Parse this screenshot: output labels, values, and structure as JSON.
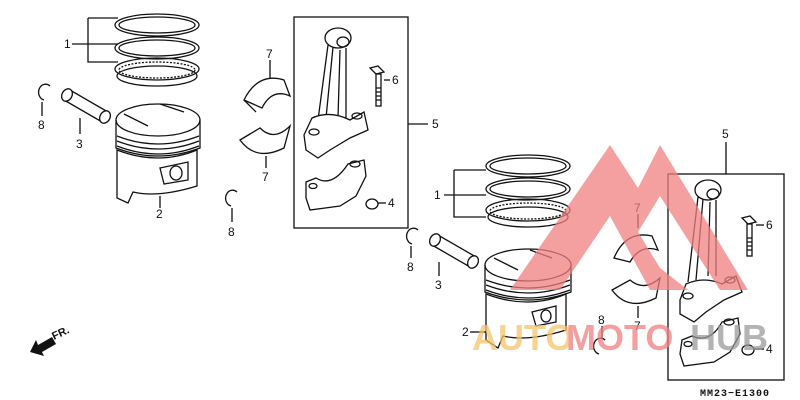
{
  "diagram": {
    "title": "Piston / Connecting Rod parts diagram",
    "drawing_code": "MM23−E1300",
    "direction_indicator": {
      "label": "FR.",
      "icon": "arrow-down-left-icon"
    },
    "callouts_left_group": [
      {
        "ref": "1",
        "part": "piston-ring-set"
      },
      {
        "ref": "2",
        "part": "piston"
      },
      {
        "ref": "3",
        "part": "piston-pin"
      },
      {
        "ref": "4",
        "part": "connecting-rod-nut"
      },
      {
        "ref": "5",
        "part": "connecting-rod-assembly"
      },
      {
        "ref": "6",
        "part": "connecting-rod-bolt"
      },
      {
        "ref": "7",
        "part": "crankpin-bearing"
      },
      {
        "ref": "7",
        "part": "crankpin-bearing"
      },
      {
        "ref": "8",
        "part": "piston-pin-clip"
      },
      {
        "ref": "8",
        "part": "piston-pin-clip"
      }
    ],
    "callouts_right_group": [
      {
        "ref": "1",
        "part": "piston-ring-set"
      },
      {
        "ref": "2",
        "part": "piston"
      },
      {
        "ref": "3",
        "part": "piston-pin"
      },
      {
        "ref": "4",
        "part": "connecting-rod-nut"
      },
      {
        "ref": "5",
        "part": "connecting-rod-assembly"
      },
      {
        "ref": "6",
        "part": "connecting-rod-bolt"
      },
      {
        "ref": "7",
        "part": "crankpin-bearing"
      },
      {
        "ref": "7",
        "part": "crankpin-bearing"
      },
      {
        "ref": "8",
        "part": "piston-pin-clip"
      },
      {
        "ref": "8",
        "part": "piston-pin-clip"
      }
    ],
    "labels": {
      "l1": "1",
      "l2": "2",
      "l3": "3",
      "l4": "4",
      "l5": "5",
      "l6": "6",
      "l7a": "7",
      "l7b": "7",
      "l8a": "8",
      "l8b": "8",
      "r1": "1",
      "r2": "2",
      "r3": "3",
      "r4": "4",
      "r5": "5",
      "r6": "6",
      "r7a": "7",
      "r7b": "7",
      "r8a": "8",
      "r8b": "8"
    }
  },
  "watermark": {
    "text_part1": "AUTO",
    "text_part2": "MOTO",
    "text_part3": "HUB",
    "colors": {
      "logo": "#f08080",
      "auto": "#f7c46a",
      "moto": "#f08080",
      "hub": "#9a9a9a"
    }
  }
}
